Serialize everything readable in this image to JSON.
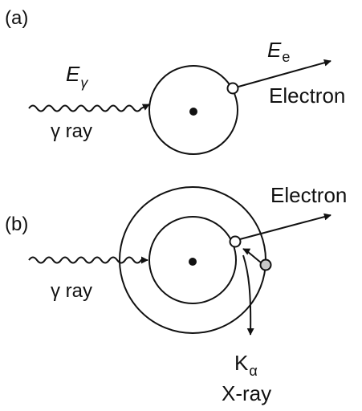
{
  "panel_a": {
    "tag": "(a)",
    "incident_energy": "E",
    "incident_energy_sub": "γ",
    "incident_label": "γ ray",
    "electron_energy": "E",
    "electron_energy_sub": "e",
    "electron_label": "Electron"
  },
  "panel_b": {
    "tag": "(b)",
    "incident_label": "γ ray",
    "electron_label": "Electron",
    "xray_symbol": "K",
    "xray_symbol_sub": "α",
    "xray_label": "X-ray"
  },
  "colors": {
    "ink": "#111111",
    "filled_electron": "#c8c8c8",
    "vacancy": "#ffffff"
  }
}
